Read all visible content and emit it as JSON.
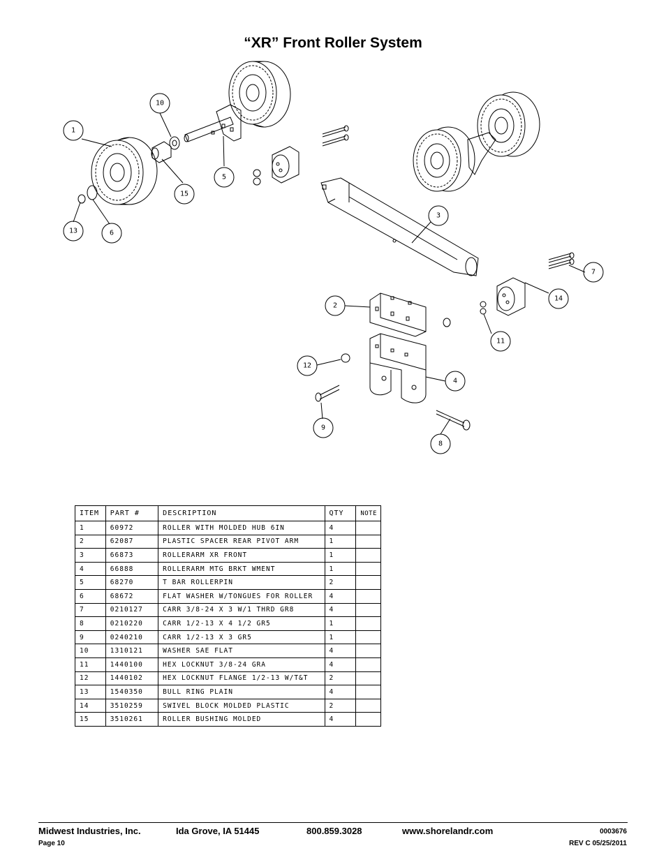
{
  "title": "“XR” Front Roller  System",
  "callouts": [
    "1",
    "2",
    "3",
    "4",
    "5",
    "6",
    "7",
    "8",
    "9",
    "10",
    "11",
    "12",
    "13",
    "14",
    "15"
  ],
  "table": {
    "headers": {
      "item": "ITEM",
      "part": "PART #",
      "description": "DESCRIPTION",
      "qty": "QTY",
      "note": "NOTE"
    },
    "rows": [
      {
        "item": "1",
        "part": "60972",
        "description": "ROLLER WITH MOLDED HUB  6IN",
        "qty": "4"
      },
      {
        "item": "2",
        "part": "62087",
        "description": "PLASTIC SPACER REAR PIVOT ARM",
        "qty": "1"
      },
      {
        "item": "3",
        "part": "66873",
        "description": "ROLLERARM XR FRONT",
        "qty": "1"
      },
      {
        "item": "4",
        "part": "66888",
        "description": "ROLLERARM MTG BRKT WMENT",
        "qty": "1"
      },
      {
        "item": "5",
        "part": "68270",
        "description": "T BAR ROLLERPIN",
        "qty": "2"
      },
      {
        "item": "6",
        "part": "68672",
        "description": "FLAT WASHER W/TONGUES FOR ROLLER",
        "qty": "4"
      },
      {
        "item": "7",
        "part": "0210127",
        "description": "CARR 3/8-24 X 3 W/1 THRD GR8",
        "qty": "4"
      },
      {
        "item": "8",
        "part": "0210220",
        "description": "CARR 1/2-13 X 4 1/2 GR5",
        "qty": "1"
      },
      {
        "item": "9",
        "part": "0240210",
        "description": "CARR 1/2-13 X 3 GR5",
        "qty": "1"
      },
      {
        "item": "10",
        "part": "1310121",
        "description": "WASHER SAE FLAT",
        "qty": "4"
      },
      {
        "item": "11",
        "part": "1440100",
        "description": "HEX LOCKNUT 3/8-24 GRA",
        "qty": "4"
      },
      {
        "item": "12",
        "part": "1440102",
        "description": "HEX LOCKNUT FLANGE 1/2-13 W/T&T",
        "qty": "2"
      },
      {
        "item": "13",
        "part": "1540350",
        "description": "BULL RING PLAIN",
        "qty": "4"
      },
      {
        "item": "14",
        "part": "3510259",
        "description": "SWIVEL BLOCK MOLDED PLASTIC",
        "qty": "2"
      },
      {
        "item": "15",
        "part": "3510261",
        "description": "ROLLER BUSHING MOLDED",
        "qty": "4"
      }
    ]
  },
  "footer": {
    "company": "Midwest Industries, Inc.",
    "location": "Ida Grove, IA  51445",
    "phone": "800.859.3028",
    "website": "www.shorelandr.com",
    "doc_number": "0003676",
    "page": "Page 10",
    "revision": "REV C  05/25/2011"
  }
}
